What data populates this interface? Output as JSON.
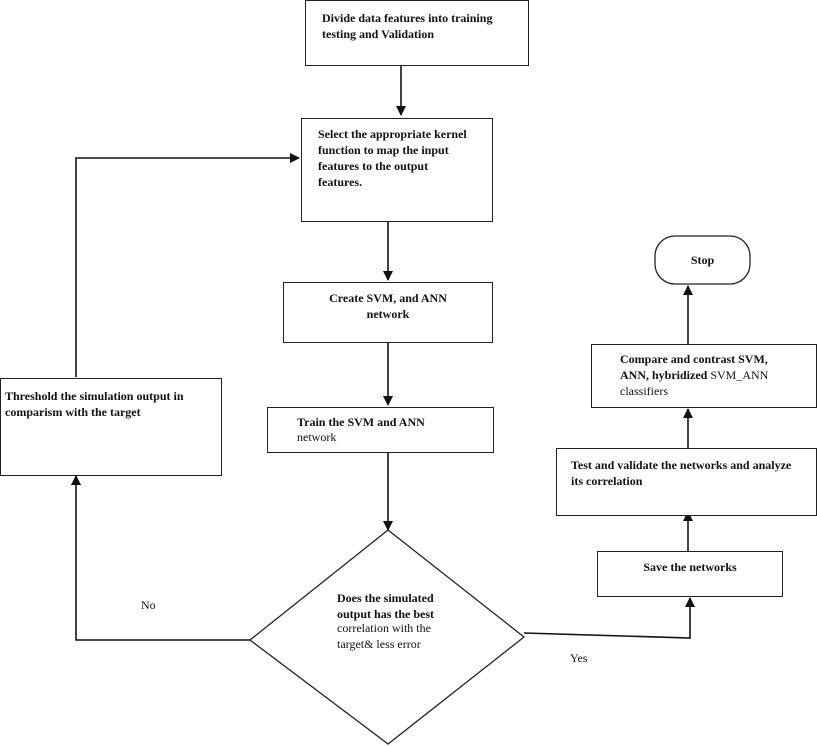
{
  "nodes": {
    "divide": "Divide data features into training\ntesting and Validation",
    "kernel": "Select the appropriate kernel\nfunction to map the input\nfeatures to the output\nfeatures.",
    "create": "Create SVM, and ANN\nnetwork",
    "train_bold": "Train the  SVM and ANN",
    "train_rest": "network",
    "decision_bold": "Does the simulated\noutput has the best",
    "decision_rest": "correlation with the\ntarget& less error",
    "threshold": "Threshold the simulation output in\ncomparism with the target",
    "save": "Save the networks",
    "test": "Test  and validate the networks and analyze\nits correlation",
    "compare_bold": "Compare and contrast SVM,\nANN, hybridized",
    "compare_rest1": " SVM_ANN",
    "compare_rest2": "classifiers",
    "stop": "Stop"
  },
  "edge_labels": {
    "no": "No",
    "yes": "Yes"
  }
}
